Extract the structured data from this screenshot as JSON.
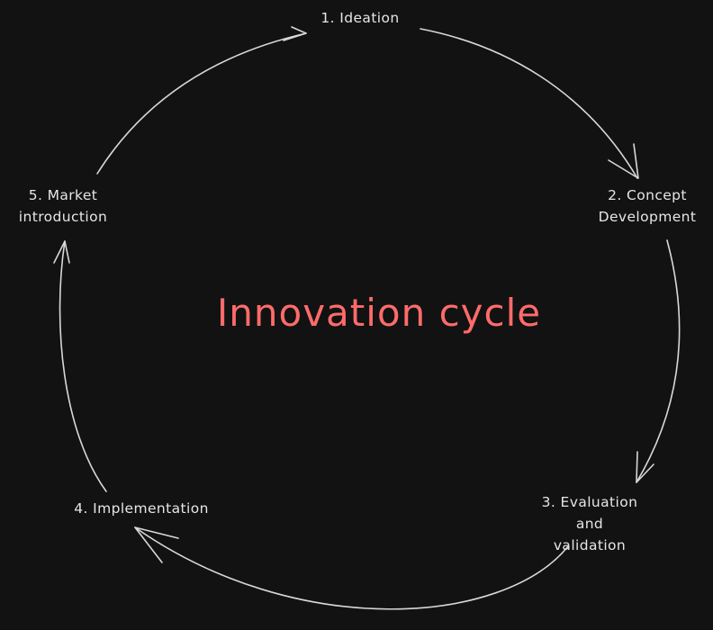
{
  "diagram": {
    "title": "Innovation cycle",
    "title_color": "#ff6b6b",
    "stroke_color": "#d8d8d8",
    "background": "#121212",
    "stages": [
      {
        "id": "ideation",
        "label": "1. Ideation"
      },
      {
        "id": "concept-development",
        "label": "2. Concept\nDevelopment"
      },
      {
        "id": "evaluation-validation",
        "label": "3. Evaluation and\nvalidation"
      },
      {
        "id": "implementation",
        "label": "4. Implementation"
      },
      {
        "id": "market-introduction",
        "label": "5. Market\nintroduction"
      }
    ],
    "connections": [
      {
        "from": "ideation",
        "to": "concept-development"
      },
      {
        "from": "concept-development",
        "to": "evaluation-validation"
      },
      {
        "from": "evaluation-validation",
        "to": "implementation"
      },
      {
        "from": "implementation",
        "to": "market-introduction"
      },
      {
        "from": "market-introduction",
        "to": "ideation"
      }
    ]
  }
}
